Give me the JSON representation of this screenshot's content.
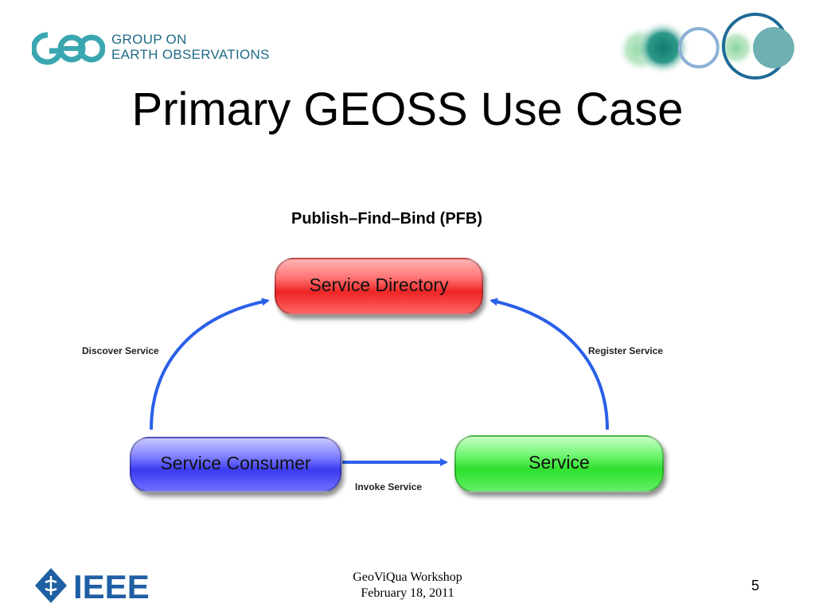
{
  "header": {
    "org_line1": "GROUP ON",
    "org_line2": "EARTH OBSERVATIONS"
  },
  "slide": {
    "title": "Primary GEOSS Use Case"
  },
  "diagram": {
    "title": "Publish–Find–Bind (PFB)",
    "nodes": {
      "directory": "Service Directory",
      "consumer": "Service Consumer",
      "service": "Service"
    },
    "edges": {
      "discover": "Discover Service",
      "register": "Register Service",
      "invoke": "Invoke Service"
    },
    "colors": {
      "directory": "#ff4d4d",
      "consumer": "#5555ff",
      "service": "#44ee44",
      "arrow": "#2a5fe8"
    }
  },
  "footer": {
    "org": "IEEE",
    "event_line1": "GeoViQua Workshop",
    "event_line2": "February 18, 2011",
    "page_number": "5"
  },
  "colors": {
    "geo_teal": "#1f6a86",
    "circle_blue": "#1e6a97"
  }
}
